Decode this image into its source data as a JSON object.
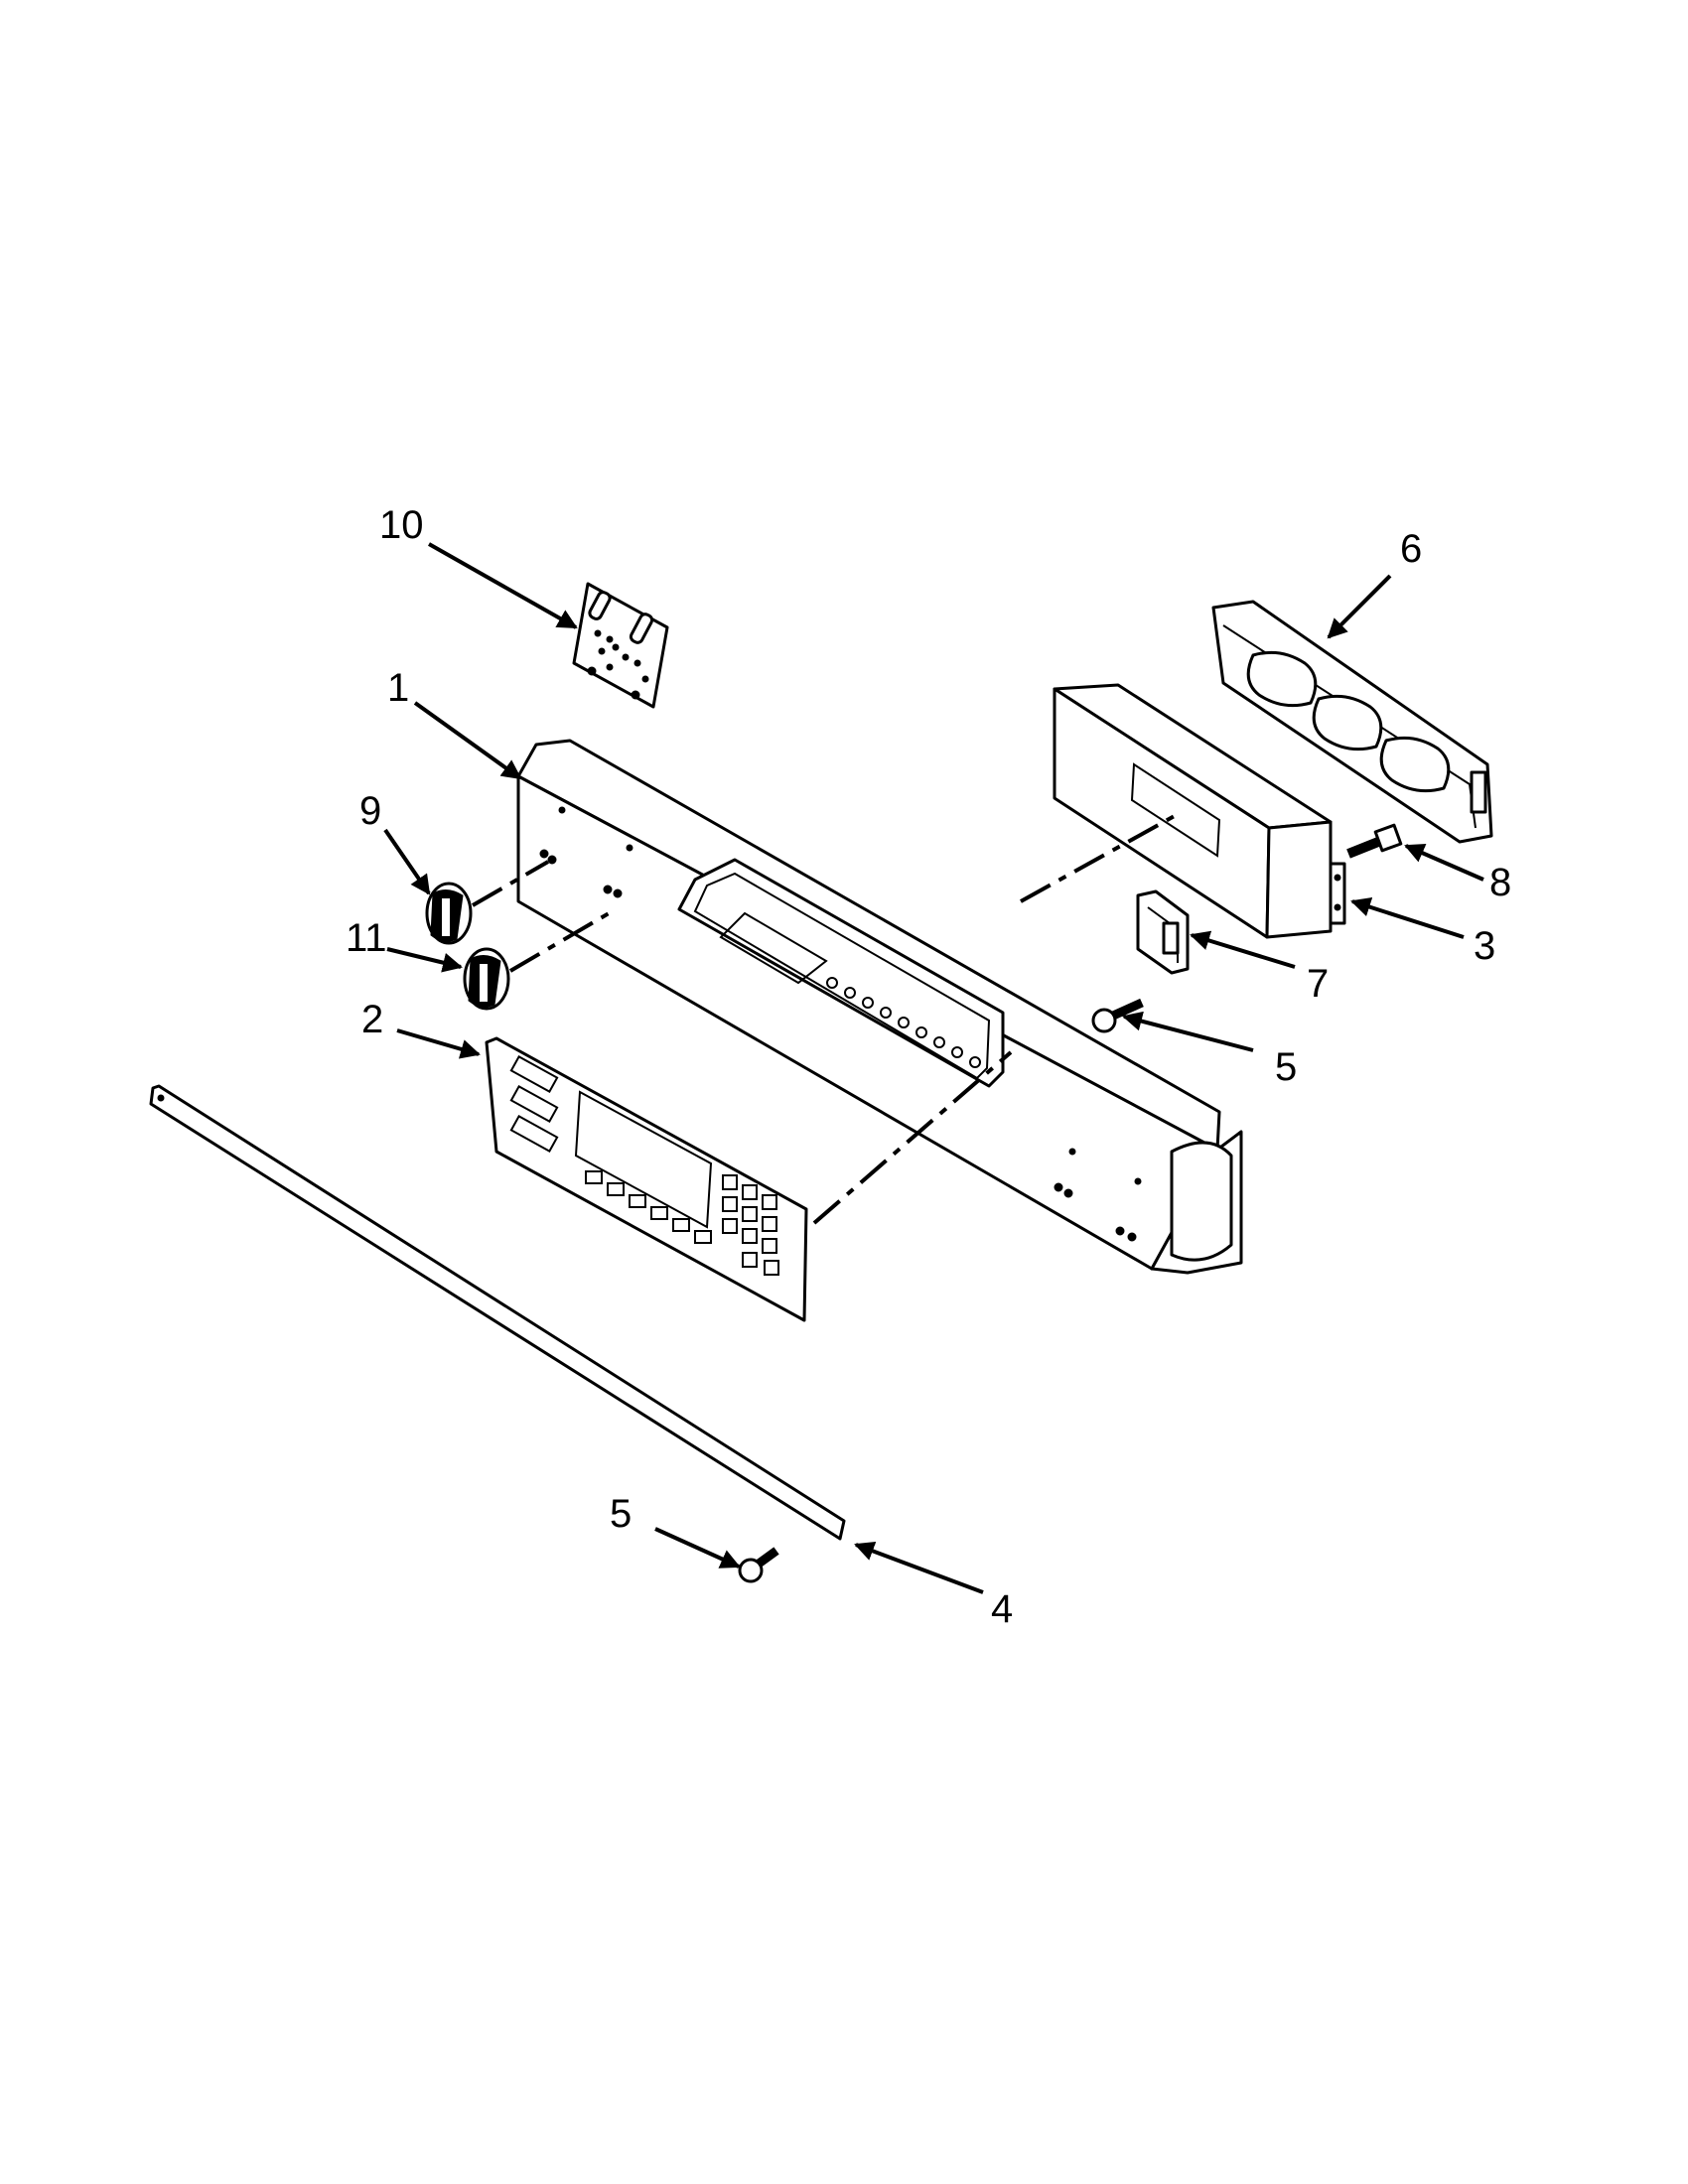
{
  "callouts": {
    "c1": "1",
    "c2": "2",
    "c3": "3",
    "c4": "4",
    "c5a": "5",
    "c5b": "5",
    "c6": "6",
    "c7": "7",
    "c8": "8",
    "c9": "9",
    "c10": "10",
    "c11": "11"
  }
}
